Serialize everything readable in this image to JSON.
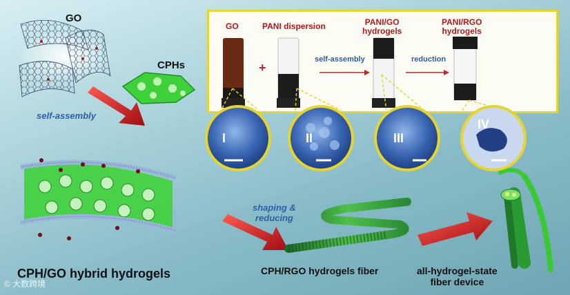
{
  "labels": {
    "go": "GO",
    "cphs": "CPHs",
    "self_assembly_left": "self-assembly",
    "panel_go": "GO",
    "panel_pani": "PANI dispersion",
    "panel_pani_go": "PANI/GO\nhydrogels",
    "panel_pani_rgo": "PANI/RGO\nhydrogels",
    "plus": "+",
    "self_assembly_arrow": "self-assembly",
    "reduction_arrow": "reduction",
    "shaping": "shaping &\nreducing",
    "cph_go": "CPH/GO hybrid hydrogels",
    "cph_rgo_fiber": "CPH/RGO hydrogels fiber",
    "device": "all-hydrogel-state\nfiber device",
    "roman": [
      "I",
      "II",
      "III",
      "IV"
    ],
    "watermark": "© 大数跨境"
  },
  "colors": {
    "accent_red": "#c0262b",
    "gel_green": "#39c934",
    "panel_border": "#e6d531",
    "sem_blue": "#3f6fb8"
  }
}
